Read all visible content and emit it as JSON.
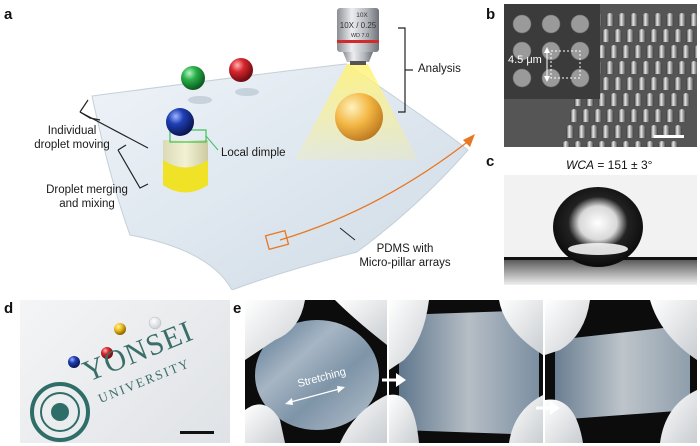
{
  "panels": {
    "a": {
      "letter": "a",
      "labels": {
        "analysis": "Analysis",
        "individual_line1": "Individual",
        "individual_line2": "droplet moving",
        "local_dimple": "Local dimple",
        "merging_line1": "Droplet merging",
        "merging_line2": "and mixing",
        "pdms_line1": "PDMS with",
        "pdms_line2": "Micro-pillar arrays"
      },
      "objective": {
        "line1": "10X",
        "line2": "10X / 0.25",
        "line3": "WD  7.0"
      }
    },
    "b": {
      "letter": "b",
      "scale_text": "4.5 μm"
    },
    "c": {
      "letter": "c",
      "wca_label": "WCA",
      "wca_value": "= 151 ± 3°"
    },
    "d": {
      "letter": "d",
      "logo_main": "YONSEI",
      "logo_sub": "UNIVERSITY"
    },
    "e": {
      "letter": "e",
      "stretching_label": "Stretching"
    }
  },
  "colors": {
    "sheet": "#dfe7ef",
    "droplet_green": "#2bb24c",
    "droplet_red": "#d9272e",
    "droplet_blue": "#1f3fb5",
    "droplet_yellow": "#f0c020",
    "arrow_orange": "#e87722",
    "dimple_green": "#39c45a"
  }
}
